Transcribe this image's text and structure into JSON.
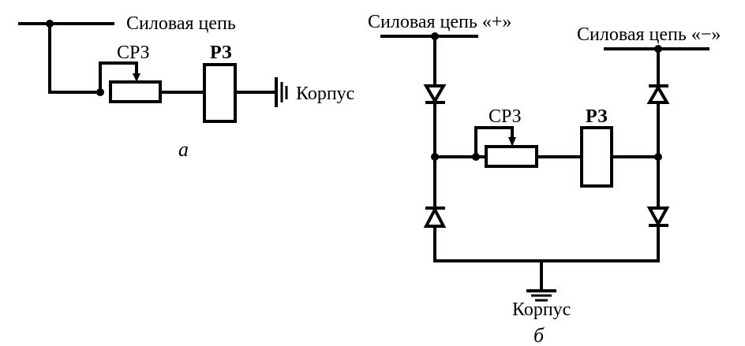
{
  "diagram_a": {
    "power_line_label": "Силовая цепь",
    "variable_resistor_label": "СРЗ",
    "relay_label": "РЗ",
    "ground_label": "Корпус",
    "caption": "а"
  },
  "diagram_b": {
    "power_plus_label": "Силовая цепь «+»",
    "power_minus_label": "Силовая цепь «−»",
    "variable_resistor_label": "СРЗ",
    "relay_label": "РЗ",
    "ground_label": "Корпус",
    "caption": "б"
  }
}
